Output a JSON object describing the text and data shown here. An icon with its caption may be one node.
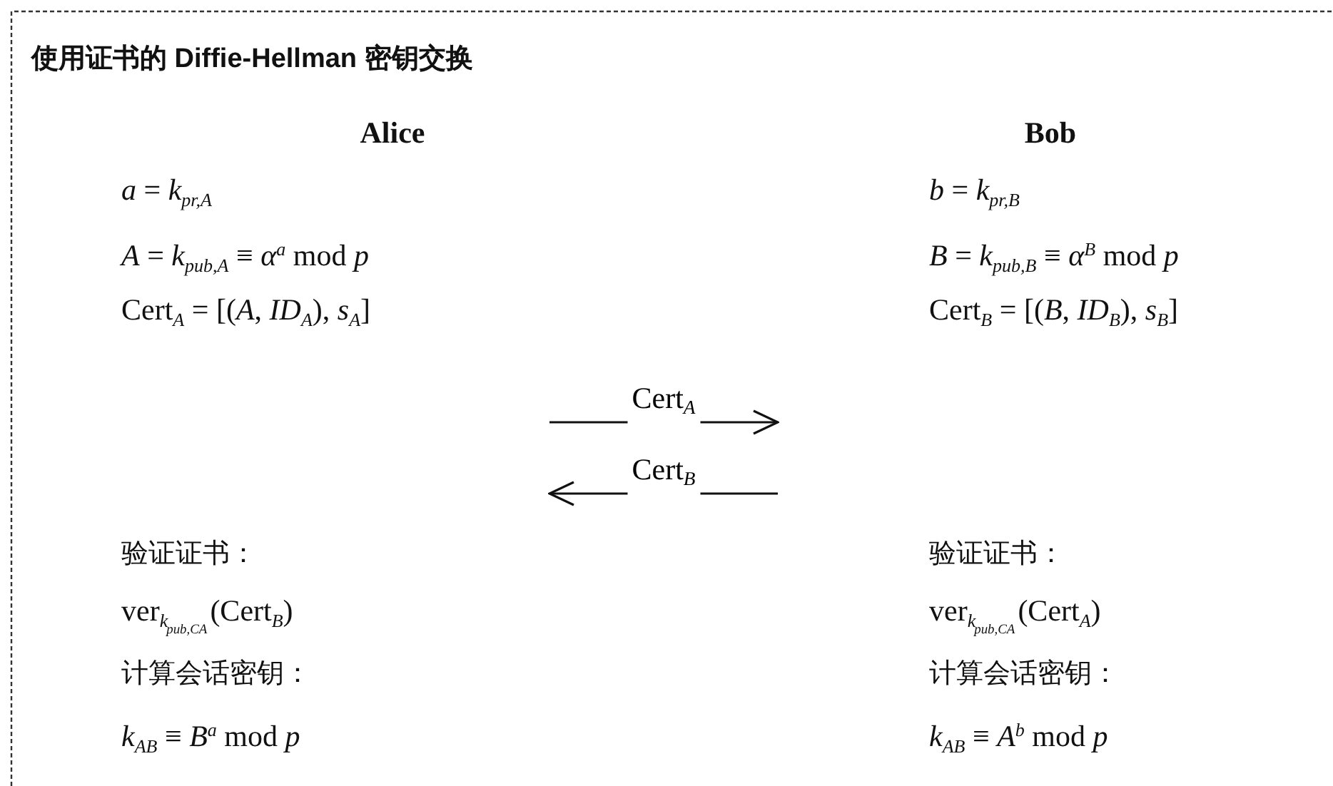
{
  "diagram": {
    "title": "使用证书的 Diffie-Hellman 密钥交换",
    "nodes": [
      {
        "text": [
          "Alice",
          "*a* = *k*$_{pr,A}$",
          "*A* = *k*$_{pub,A}$ ≡ *α*$^{a}$ mod *p*",
          "Cert$_{A}$ = [(*A*, *ID*$_{A}$), *s*$_{A}$]",
          "验证证书：",
          "ver$_{k}$$_{pub,CA}$(Cert$_{B}$)",
          "计算会话密钥：",
          "*k*$_{AB}$ ≡ *B*$^{a}$ mod *p*"
        ]
      },
      {
        "text": [
          "Bob",
          "*b* = *k*$_{pr,B}$",
          "*B* = *k*$_{pub,B}$ ≡ *α*$^{B}$ mod *p*",
          "Cert$_{B}$ = [(*B*, *ID*$_{B}$), *s*$_{B}$]",
          "验证证书：",
          "ver$_{k}$$_{pub,CA}$(Cert$_{A}$)",
          "计算会话密钥：",
          "*k*$_{AB}$ ≡ *A*$^{b}$ mod *p*"
        ]
      }
    ],
    "labels": [
      "Cert$_{A}$",
      "Cert$_{B}$"
    ]
  }
}
